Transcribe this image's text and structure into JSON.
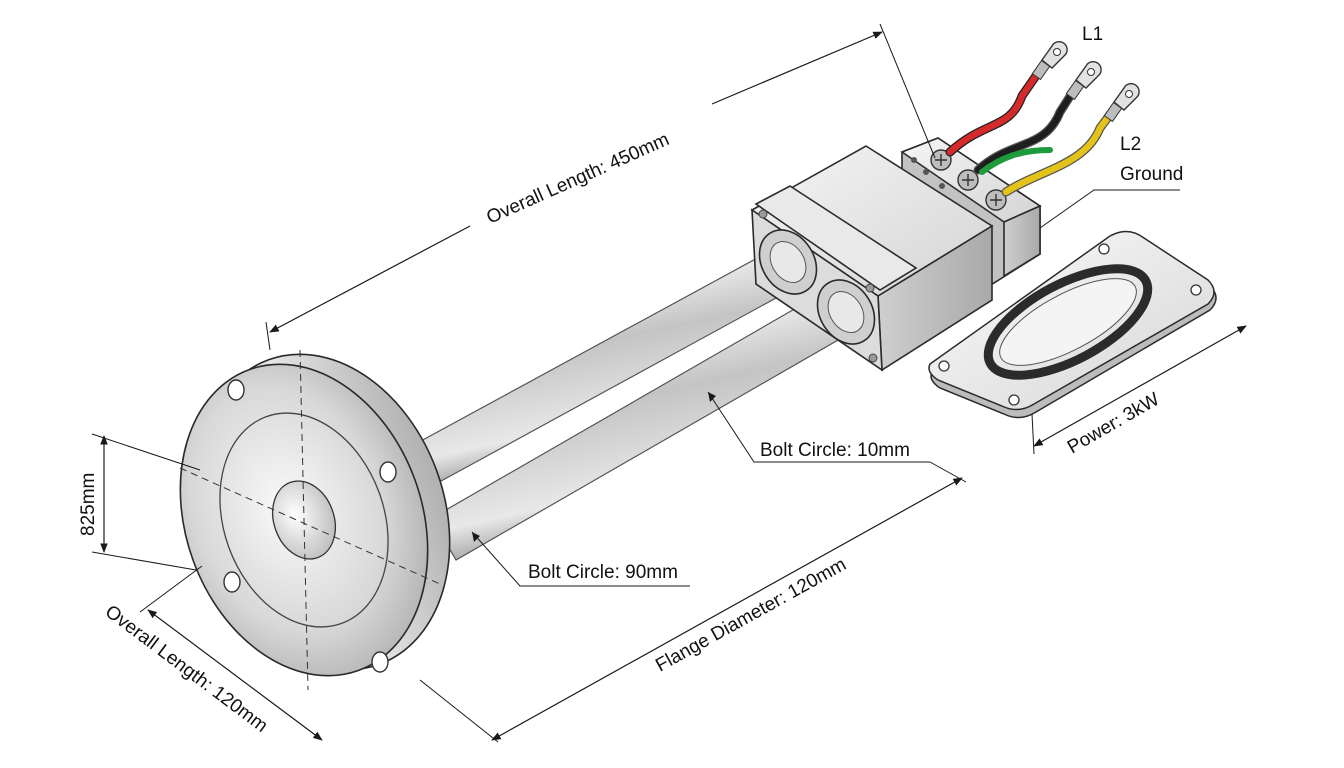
{
  "labels": {
    "overall_length_top": "Overall Length: 450mm",
    "wire_l1": "L1",
    "wire_l2": "L2",
    "wire_ground": "Ground",
    "power": "Power: 3kW",
    "bolt_circle_small": "Bolt Circle: 10mm",
    "bolt_circle_large": "Bolt Circle: 90mm",
    "flange_diameter": "Flange Diameter: 120mm",
    "overall_length_bottom": "Overall Length: 120mm",
    "height_dim": "825mm"
  },
  "colors": {
    "wire_red": "#d42a2a",
    "wire_black": "#1e1e1e",
    "wire_green": "#1f9a3c",
    "wire_yellow": "#e3c21a",
    "metal_light": "#f2f2f2",
    "metal_mid": "#c9c9c9",
    "metal_dark": "#8c8c8c",
    "gasket": "#2b2b2b"
  },
  "icons": [
    "heating-element",
    "flange",
    "terminal-box",
    "gasket-plate",
    "ring-terminal"
  ]
}
